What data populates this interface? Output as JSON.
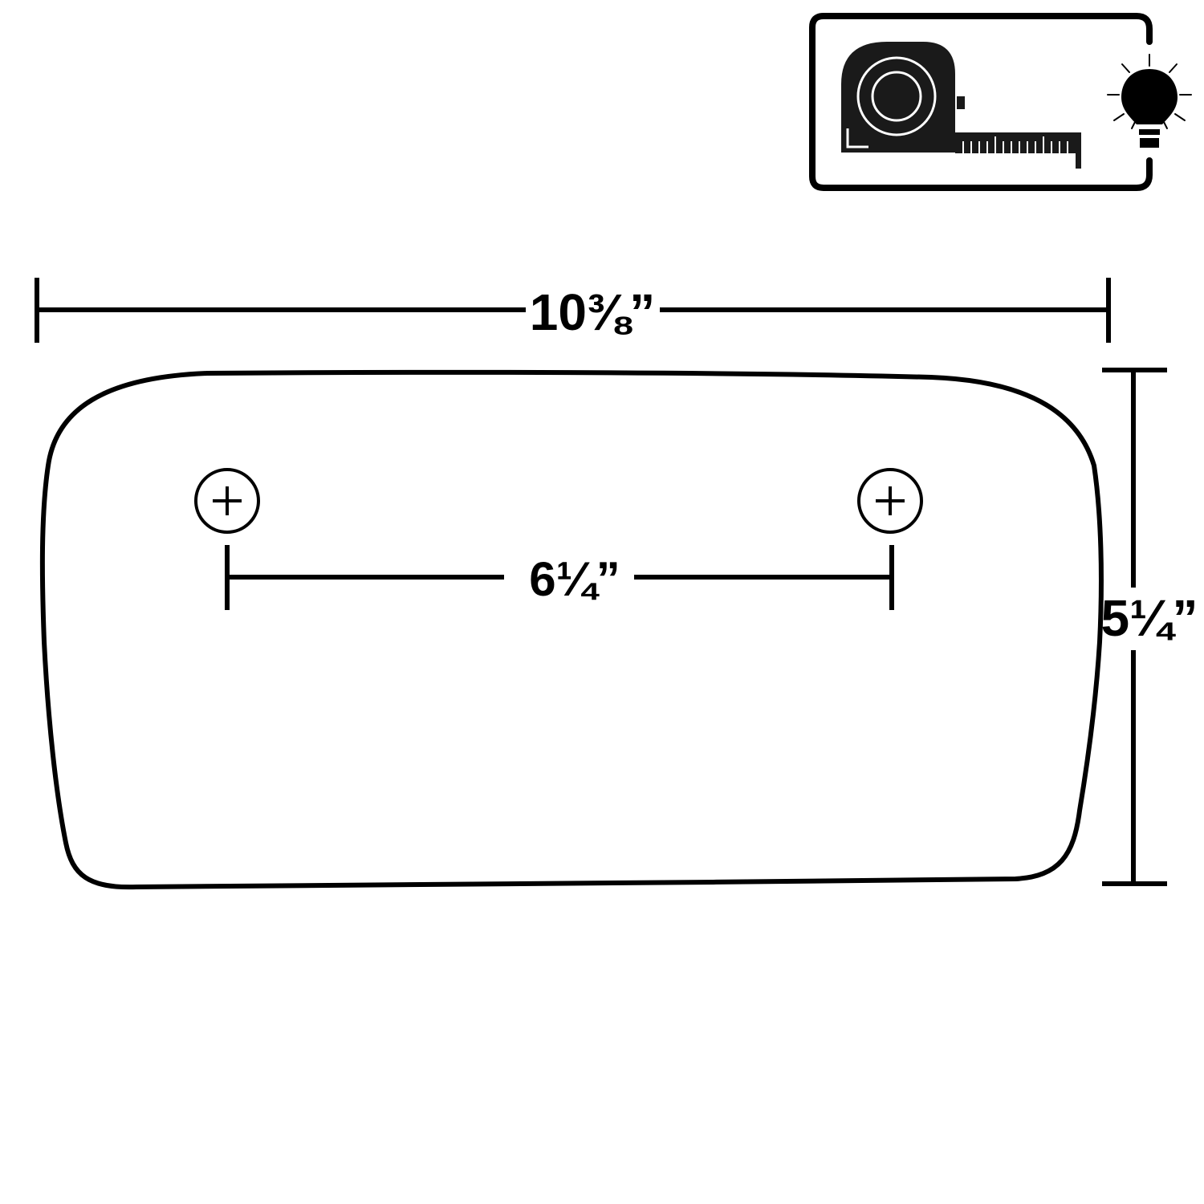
{
  "dimensions": {
    "width_label": "10⅜”",
    "height_label": "5¼”",
    "hole_spacing_label": "6¼”"
  },
  "icons": {
    "badge": "tape-measure-icon",
    "tip": "lightbulb-icon"
  },
  "colors": {
    "line": "#000000",
    "background": "#ffffff"
  }
}
